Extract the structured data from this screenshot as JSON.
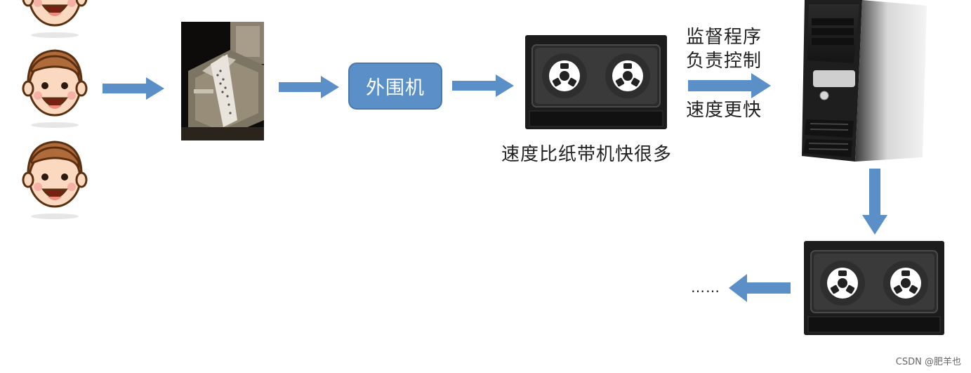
{
  "nodes": {
    "peripheral_label": "外围机",
    "tape_caption": "速度比纸带机快很多",
    "monitor_line1": "监督程序",
    "monitor_line2": "负责控制",
    "speed_note": "速度更快",
    "ellipsis": "……"
  },
  "icons": [
    "person-face-icon",
    "punched-tape-machine-photo",
    "magnetic-tape-icon",
    "computer-tower-icon",
    "arrow-icon"
  ],
  "colors": {
    "arrow": "#5b8fc8",
    "peripheral_fill": "#5b8fc8",
    "face_skin": "#fbd9c0",
    "face_hair": "#b06b3a",
    "tape_body": "#1c1c1c"
  },
  "watermark": "CSDN @肥羊也"
}
